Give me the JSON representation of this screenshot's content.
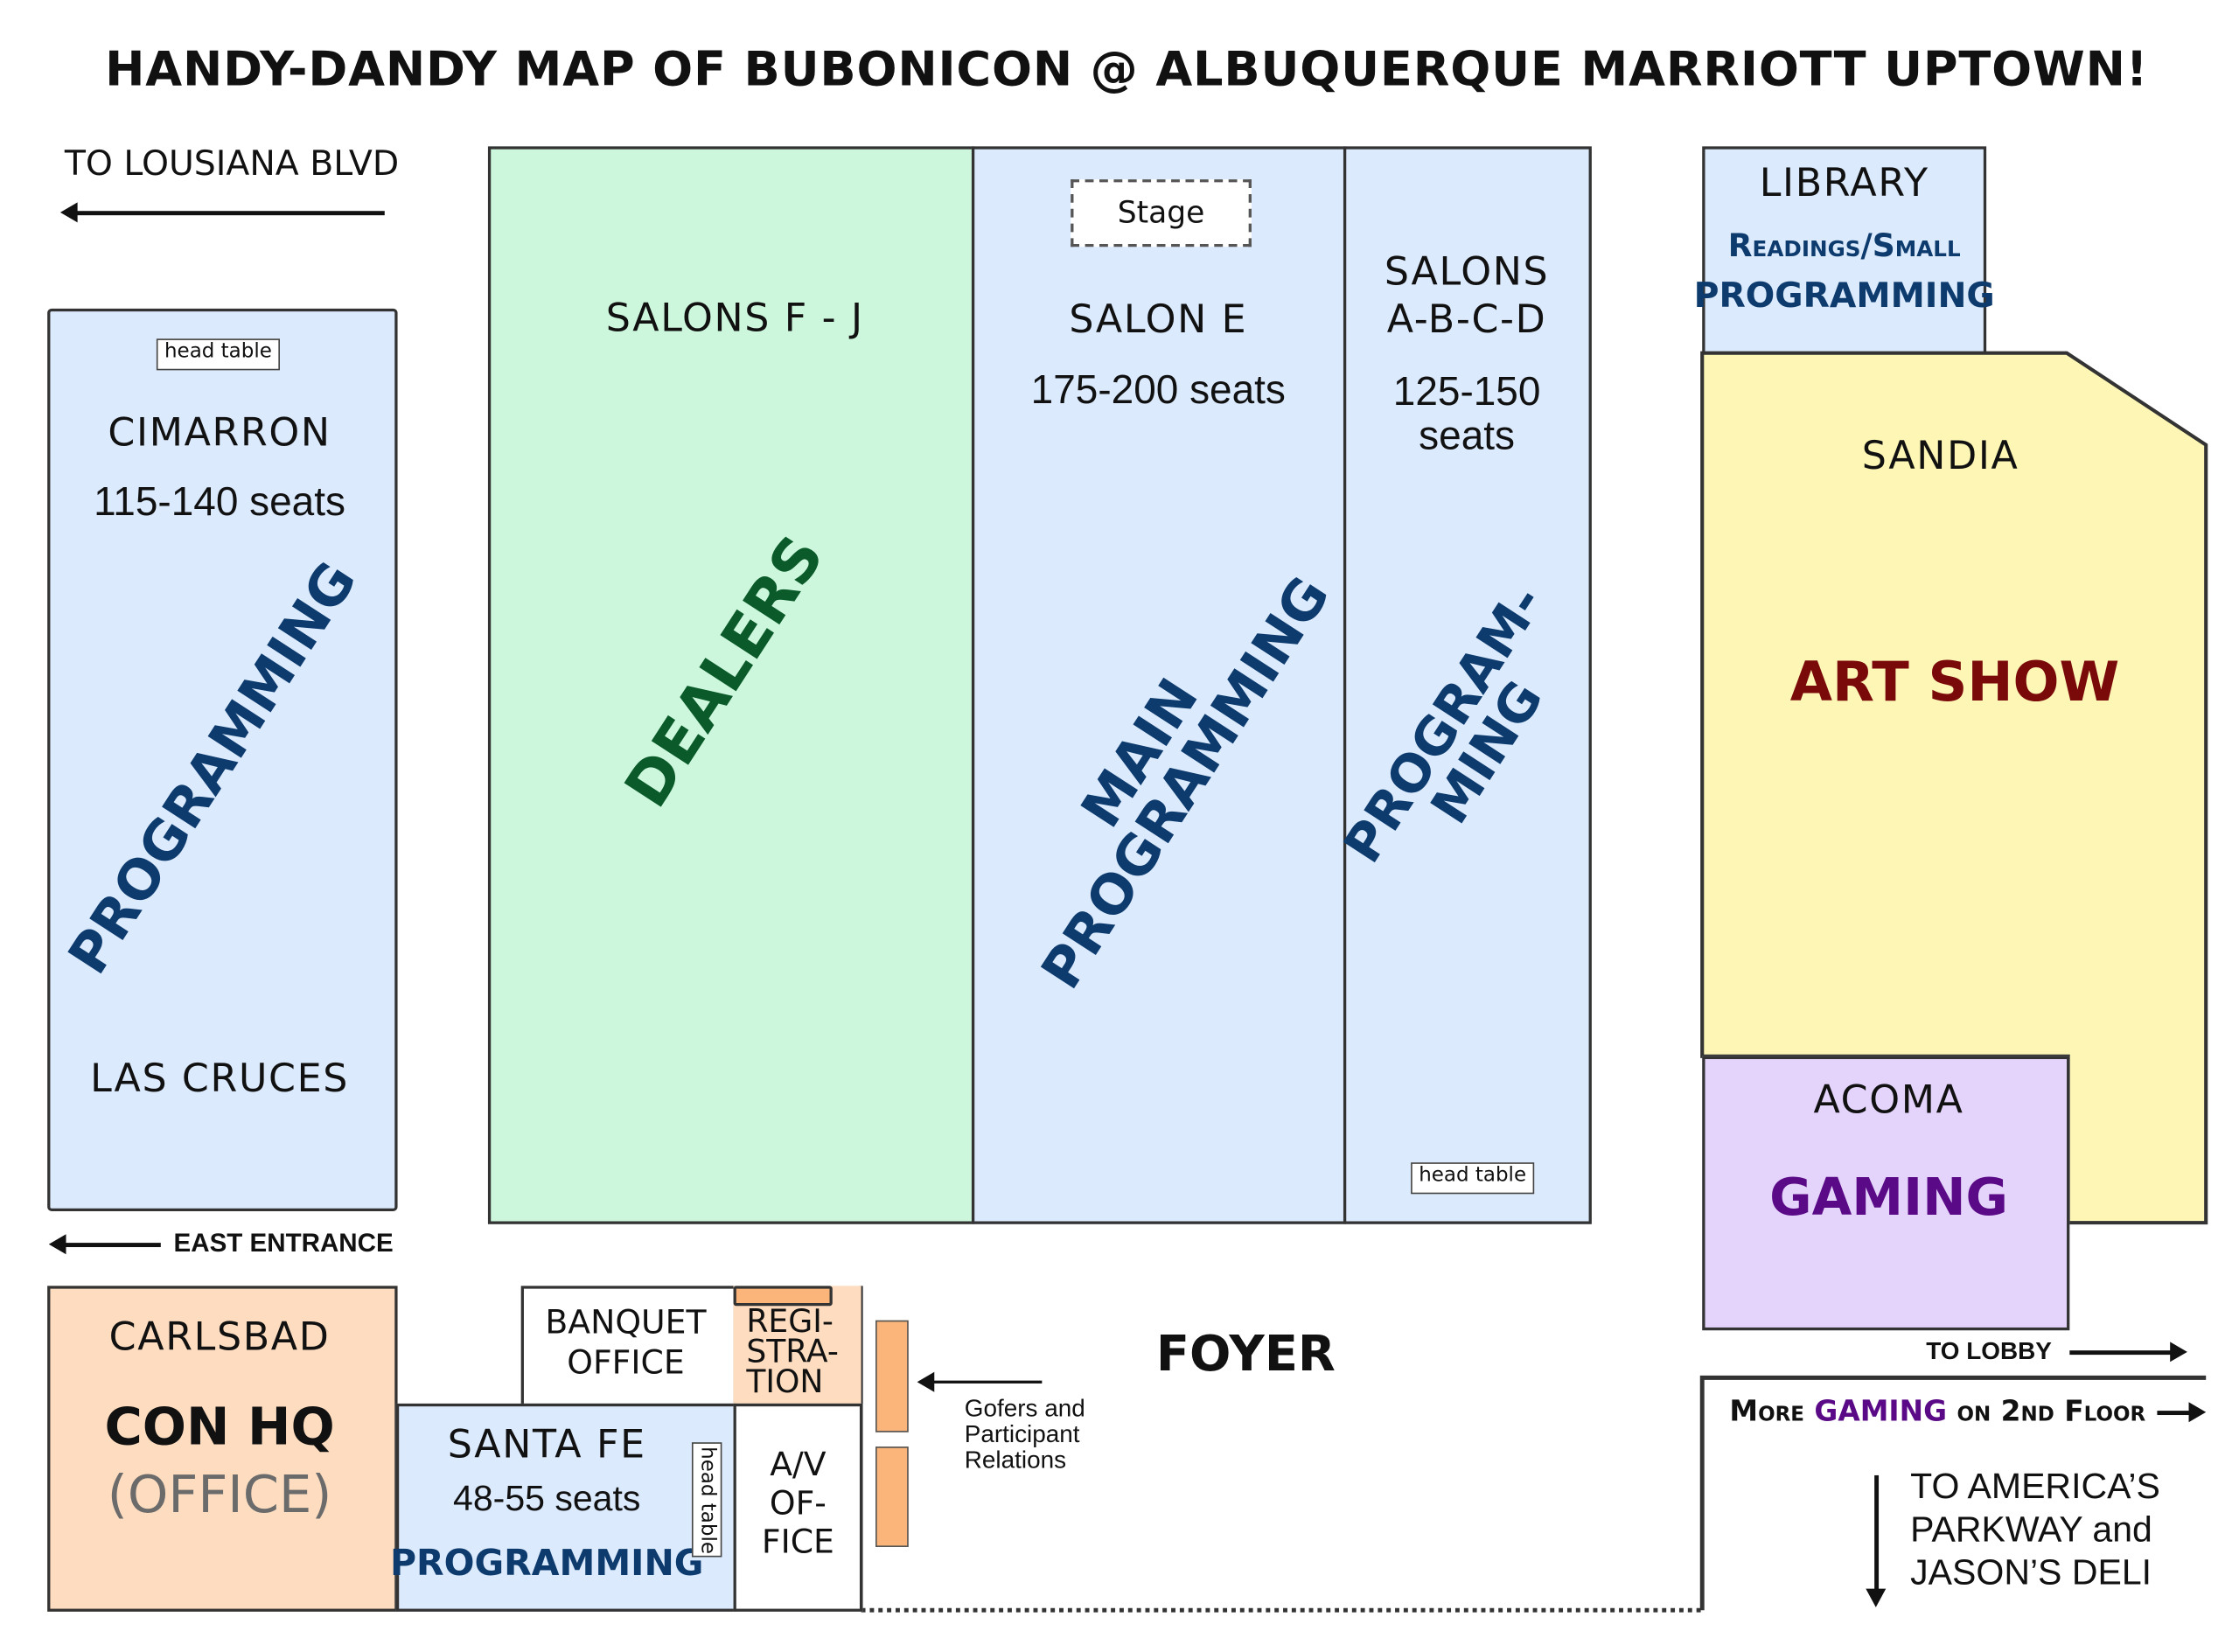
{
  "title": "HANDY-DANDY MAP OF BUBONICON @ ALBUQUERQUE MARRIOTT UPTOWN!",
  "directions": {
    "lousiana": "TO LOUSIANA BLVD",
    "east_entrance": "EAST ENTRANCE",
    "lobby": "TO LOBBY",
    "more_gaming_prefix": "More",
    "more_gaming_word": "GAMING",
    "more_gaming_suffix": "on 2nd Floor",
    "americas": [
      "TO AMERICA’S",
      "PARKWAY and",
      "JASON’S DELI"
    ]
  },
  "rooms": {
    "cimarron": {
      "name": "CIMARRON",
      "seats": "115-140 seats",
      "use": "PROGRAMMING",
      "head_table": "head table",
      "lower_name": "LAS CRUCES"
    },
    "salons_fj": {
      "name": "SALONS F - J",
      "use": "DEALERS"
    },
    "salon_e": {
      "name": "SALON E",
      "seats": "175-200 seats",
      "stage": "Stage",
      "use_line1": "MAIN",
      "use_line2": "PROGRAMMING"
    },
    "salons_abcd": {
      "name_line1": "SALONS",
      "name_line2": "A-B-C-D",
      "seats_line1": "125-150",
      "seats_line2": "seats",
      "use_line1": "PROGRAM-",
      "use_line2": "MING",
      "head_table": "head table"
    },
    "library": {
      "name": "LIBRARY",
      "sub": "Readings/Small",
      "use": "PROGRAMMING"
    },
    "sandia": {
      "name": "SANDIA",
      "use": "ART SHOW"
    },
    "acoma": {
      "name": "ACOMA",
      "use": "GAMING"
    },
    "carlsbad": {
      "name": "CARLSBAD",
      "use": "CON HQ",
      "note": "(OFFICE)"
    },
    "banquet": {
      "line1": "BANQUET",
      "line2": "OFFICE"
    },
    "registration": {
      "line1": "REGI-",
      "line2": "STRA-",
      "line3": "TION"
    },
    "santa_fe": {
      "name": "SANTA FE",
      "seats": "48-55 seats",
      "use": "PROGRAMMING",
      "head_table": "head table"
    },
    "av": {
      "line1": "A/V",
      "line2": "OF-",
      "line3": "FICE"
    }
  },
  "foyer": {
    "name": "FOYER",
    "gofers": [
      "Gofers and",
      "Participant",
      "Relations"
    ]
  },
  "colors": {
    "blue": "#dbeafd",
    "green": "#ccf7dc",
    "yellow": "#fdf6b5",
    "purple_room": "#e4d4fb",
    "peach": "#fddcbf",
    "orange": "#fbb57a",
    "prog_text": "#0d3b6e",
    "dealers_text": "#0b5a2a",
    "art_text": "#7a0a0a",
    "gaming_text": "#5a0a86"
  }
}
